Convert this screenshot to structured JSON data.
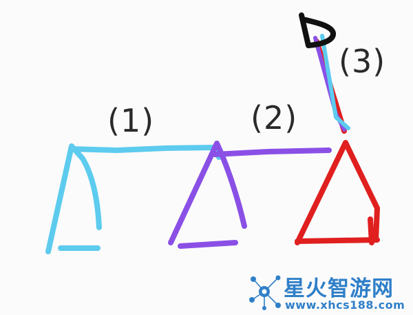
{
  "labels": {
    "one": "(1)",
    "two": "(2)",
    "three": "(3)"
  },
  "watermark": {
    "title": "星火智游网",
    "url": "www.xhcs188.com"
  },
  "colors": {
    "cyan": "#5ccbee",
    "purple": "#8a50e6",
    "red": "#e01f1f",
    "black": "#111111",
    "brand": "#2f7fc8"
  },
  "icons": [
    "network-logo-icon"
  ]
}
